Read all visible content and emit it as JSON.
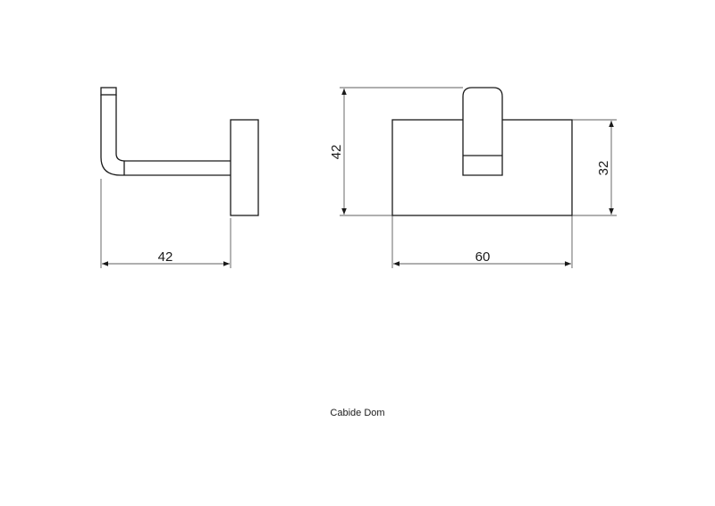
{
  "side_view": {
    "depth_label": "42"
  },
  "front_view": {
    "height_label": "42",
    "plate_height_label": "32",
    "width_label": "60"
  },
  "caption": "Cabide Dom"
}
